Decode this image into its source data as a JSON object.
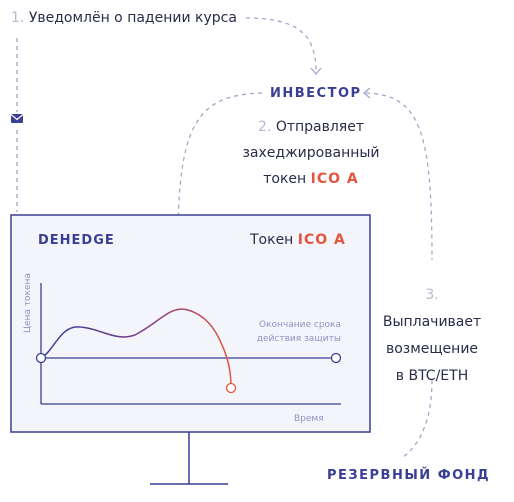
{
  "step1": {
    "num": "1.",
    "text": "Уведомлён о падении курса"
  },
  "investor": {
    "label": "ИНВЕСТОР"
  },
  "step2": {
    "num": "2.",
    "line1": "Отправляет",
    "line2": "захеджированный",
    "line3_prefix": "токен",
    "token": "ICO A"
  },
  "monitor": {
    "brand": "DEHEDGE",
    "token_prefix": "Токен",
    "token": "ICO A"
  },
  "chart": {
    "ylabel": "Цена токена",
    "xlabel": "Время",
    "annot_line1": "Окончание срока",
    "annot_line2": "действия защиты"
  },
  "step3": {
    "num": "3.",
    "line1": "Выплачивает",
    "line2": "возмещение",
    "line3": "в BTC/ETH"
  },
  "reserve": {
    "label": "РЕЗЕРВНЫЙ ФОНД"
  },
  "icons": {
    "mail": "mail-icon"
  },
  "colors": {
    "navy": "#3a3e94",
    "accent": "#e2553e",
    "purple": "#7a3f8c",
    "dashed": "#a3a6cc",
    "screen": "#f4f5fb"
  }
}
